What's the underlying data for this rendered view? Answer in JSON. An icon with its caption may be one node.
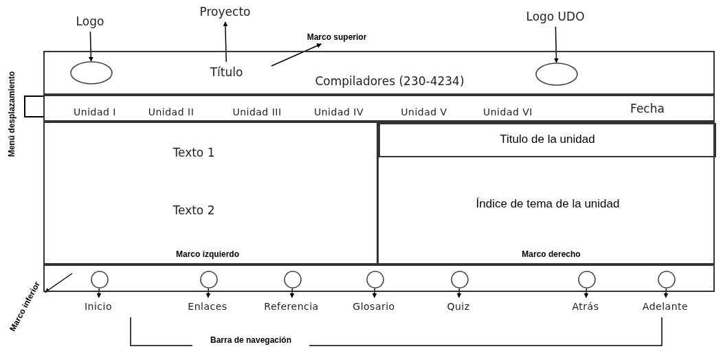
{
  "diagram": {
    "nodes": [
      {
        "text": [
          "Logo"
        ]
      },
      {
        "text": [
          "Proyecto"
        ]
      },
      {
        "text": [
          "Marco superior"
        ]
      },
      {
        "text": [
          "Logo UDO"
        ]
      },
      {
        "text": [],
        "shape": "box"
      },
      {
        "text": [
          "Título"
        ],
        "in": 4
      },
      {
        "text": [
          "Compiladores (230-4234)"
        ],
        "in": 4
      },
      {
        "text": [],
        "shape": "ellipse",
        "in": 4
      },
      {
        "text": [],
        "shape": "ellipse",
        "in": 4
      },
      {
        "text": [],
        "shape": "box"
      },
      {
        "text": [
          "Unidad I"
        ],
        "in": 9
      },
      {
        "text": [
          "Unidad II"
        ],
        "in": 9
      },
      {
        "text": [
          "Unidad III"
        ],
        "in": 9
      },
      {
        "text": [
          "Unidad IV"
        ],
        "in": 9
      },
      {
        "text": [
          "Unidad V"
        ],
        "in": 9
      },
      {
        "text": [
          "Unidad VI"
        ],
        "in": 9
      },
      {
        "text": [
          "Fecha"
        ],
        "in": 9
      },
      {
        "text": [
          "Texto 1",
          "Texto 2",
          "Marco izquierdo"
        ]
      },
      {
        "text": [
          "Índice de tema de la unidad",
          "Marco derecho"
        ]
      },
      {
        "text": [
          "Titulo de la unidad"
        ],
        "in": 18
      },
      {
        "text": [],
        "shape": "box"
      },
      {
        "text": [],
        "shape": "circle",
        "in": 20
      },
      {
        "text": [],
        "shape": "circle",
        "in": 20
      },
      {
        "text": [],
        "shape": "circle",
        "in": 20
      },
      {
        "text": [],
        "shape": "circle",
        "in": 20
      },
      {
        "text": [],
        "shape": "circle",
        "in": 20
      },
      {
        "text": [],
        "shape": "circle",
        "in": 20
      },
      {
        "text": [],
        "shape": "circle",
        "in": 20
      },
      {
        "text": [
          "Inicio"
        ]
      },
      {
        "text": [
          "Enlaces"
        ]
      },
      {
        "text": [
          "Referencia"
        ]
      },
      {
        "text": [
          "Glosario"
        ]
      },
      {
        "text": [
          "Quiz"
        ]
      },
      {
        "text": [
          "Atrás"
        ]
      },
      {
        "text": [
          "Adelante"
        ]
      },
      {
        "text": [
          "Marco inferior"
        ]
      }
    ],
    "edges": [
      {
        "from": 0,
        "to": 7,
        "arrow": "to"
      },
      {
        "from": 5,
        "to": 1,
        "arrow": "to"
      },
      {
        "from": null,
        "to": 2,
        "arrow": "to"
      },
      {
        "from": 3,
        "to": 8,
        "arrow": "to"
      },
      {
        "from": 21,
        "to": 28,
        "arrow": "to"
      },
      {
        "from": 22,
        "to": 29,
        "arrow": "to"
      },
      {
        "from": 23,
        "to": 30,
        "arrow": "to"
      },
      {
        "from": 24,
        "to": 31,
        "arrow": "to"
      },
      {
        "from": 25,
        "to": 32,
        "arrow": "to"
      },
      {
        "from": 26,
        "to": 33,
        "arrow": "to"
      },
      {
        "from": 27,
        "to": 34,
        "arrow": "to"
      },
      {
        "from": null,
        "to": 35,
        "arrow": "to"
      }
    ],
    "labels": [
      "Menú desplazamiento",
      "Barra de navegación"
    ]
  }
}
